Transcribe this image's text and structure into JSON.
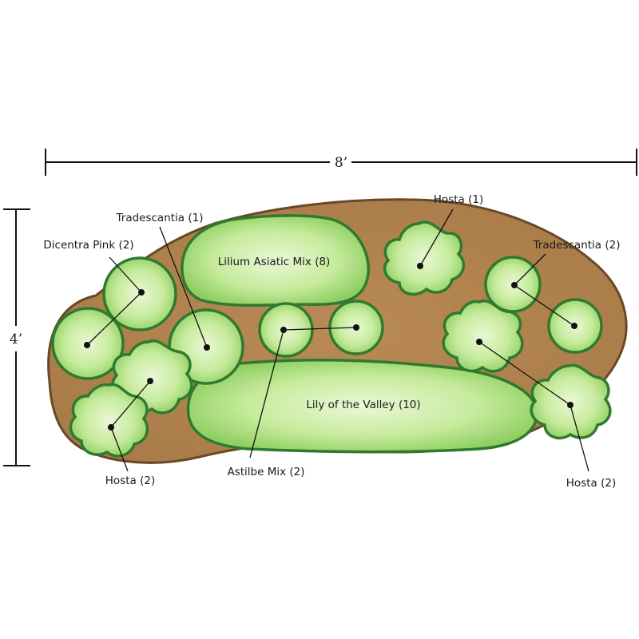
{
  "dimensions": {
    "width_label": "8’",
    "height_label": "4’"
  },
  "bed": {
    "soil_color": "#b98a55",
    "edge_color": "#6a4826"
  },
  "plants": {
    "hosta_top": {
      "label": "Hosta (1)"
    },
    "tradescantia_left": {
      "label": "Tradescantia (1)"
    },
    "tradescantia_right": {
      "label": "Tradescantia (2)"
    },
    "dicentra": {
      "label": "Dicentra Pink (2)"
    },
    "lilium": {
      "label": "Lilium Asiatic Mix (8)"
    },
    "lily_valley": {
      "label": "Lily of the Valley (10)"
    },
    "astilbe": {
      "label": "Astilbe Mix (2)"
    },
    "hosta_left": {
      "label": "Hosta (2)"
    },
    "hosta_right": {
      "label": "Hosta (2)"
    }
  },
  "colors": {
    "plant_fill": "#b7e38a",
    "plant_center": "#e6f7cf",
    "plant_edge": "#2f7a2f"
  }
}
